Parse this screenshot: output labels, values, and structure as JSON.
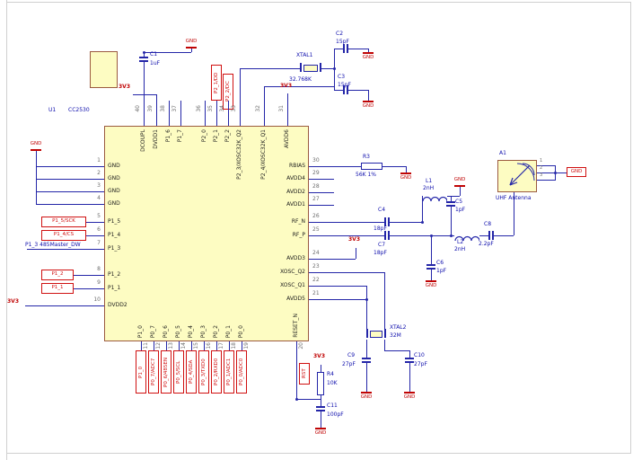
{
  "colors": {
    "wire": "#2426a8",
    "component_fill": "#fdfcc2",
    "component_border": "#9b5a40",
    "net_port_red": "#d01010",
    "label_blue": "#0d0dac",
    "power_red": "#c00404"
  },
  "ic": {
    "designator": "U1",
    "part": "CC2530",
    "left_pins": [
      {
        "num": "1",
        "name": "GND"
      },
      {
        "num": "2",
        "name": "GND"
      },
      {
        "num": "3",
        "name": "GND"
      },
      {
        "num": "4",
        "name": "GND"
      },
      {
        "num": "5",
        "name": "P1_5"
      },
      {
        "num": "6",
        "name": "P1_4"
      },
      {
        "num": "7",
        "name": "P1_3"
      },
      {
        "num": "8",
        "name": "P1_2"
      },
      {
        "num": "9",
        "name": "P1_1"
      },
      {
        "num": "10",
        "name": "DVDD2"
      }
    ],
    "top_pins": [
      {
        "num": "40",
        "name": "DCOUPL"
      },
      {
        "num": "39",
        "name": "DVDD1"
      },
      {
        "num": "38",
        "name": "P1_6"
      },
      {
        "num": "37",
        "name": "P1_7"
      },
      {
        "num": "36",
        "name": "P2_0"
      },
      {
        "num": "35",
        "name": "P2_1"
      },
      {
        "num": "34",
        "name": "P2_2"
      },
      {
        "num": "33",
        "name": "P2_3/XOSC32K_Q2"
      },
      {
        "num": "32",
        "name": "P2_4/XOSC32K_Q1"
      },
      {
        "num": "31",
        "name": "AVDD6"
      }
    ],
    "right_pins": [
      {
        "num": "30",
        "name": "RBIAS"
      },
      {
        "num": "29",
        "name": "AVDD4"
      },
      {
        "num": "28",
        "name": "AVDD2"
      },
      {
        "num": "27",
        "name": "AVDD1"
      },
      {
        "num": "26",
        "name": "RF_N"
      },
      {
        "num": "25",
        "name": "RF_P"
      },
      {
        "num": "24",
        "name": "AVDD3"
      },
      {
        "num": "23",
        "name": "XOSC_Q2"
      },
      {
        "num": "22",
        "name": "XOSC_Q1"
      },
      {
        "num": "21",
        "name": "AVDD5"
      }
    ],
    "bottom_pins": [
      {
        "num": "11",
        "name": "P1_0"
      },
      {
        "num": "12",
        "name": "P0_7"
      },
      {
        "num": "13",
        "name": "P0_6"
      },
      {
        "num": "14",
        "name": "P0_5"
      },
      {
        "num": "15",
        "name": "P0_4"
      },
      {
        "num": "16",
        "name": "P0_3"
      },
      {
        "num": "17",
        "name": "P0_2"
      },
      {
        "num": "18",
        "name": "P0_1"
      },
      {
        "num": "19",
        "name": "P0_0"
      },
      {
        "num": "20",
        "name": "RESET_N"
      }
    ]
  },
  "ports": {
    "left": [
      "P1_5/SCK",
      "P1_4/CS",
      "P1_2",
      "P1_1"
    ],
    "p1_3_net": "P1_3 485Master_DW",
    "top": [
      "P2_1/DD",
      "P2_2/DC"
    ],
    "bottom": [
      "P1_0",
      "P0_7/ADC7",
      "P0_6/485EN",
      "P0_5/SCL",
      "P0_4/SDA",
      "P0_3/TXD0",
      "P0_2/RXD0",
      "P0_1/ADC1",
      "P0_0/ADC0"
    ],
    "reset": "RST"
  },
  "power": {
    "rail": "3V3",
    "ground": "GND"
  },
  "components": {
    "c1": {
      "ref": "C1",
      "value": "1uF"
    },
    "c2": {
      "ref": "C2",
      "value": "15pF"
    },
    "c3": {
      "ref": "C3",
      "value": "15pF"
    },
    "xtal1": {
      "ref": "XTAL1",
      "value": "32.768K"
    },
    "r3": {
      "ref": "R3",
      "value": "56K 1%"
    },
    "c4": {
      "ref": "C4",
      "value": "18pF"
    },
    "c7": {
      "ref": "C7",
      "value": "18pF"
    },
    "l1": {
      "ref": "L1",
      "value": "2nH"
    },
    "l2": {
      "ref": "L2",
      "value": "2nH"
    },
    "c5": {
      "ref": "C5",
      "value": "1pF"
    },
    "c6": {
      "ref": "C6",
      "value": "1pF"
    },
    "c8": {
      "ref": "C8",
      "value": "2.2pF"
    },
    "xtal2": {
      "ref": "XTAL2",
      "value": "32M"
    },
    "c9": {
      "ref": "C9",
      "value": "27pF"
    },
    "c10": {
      "ref": "C10",
      "value": "27pF"
    },
    "r4": {
      "ref": "R4",
      "value": "10K"
    },
    "c11": {
      "ref": "C11",
      "value": "100pF"
    },
    "antenna": {
      "ref": "A1",
      "name": "UHF Antenna",
      "pins": [
        "1",
        "2",
        "3"
      ]
    }
  }
}
